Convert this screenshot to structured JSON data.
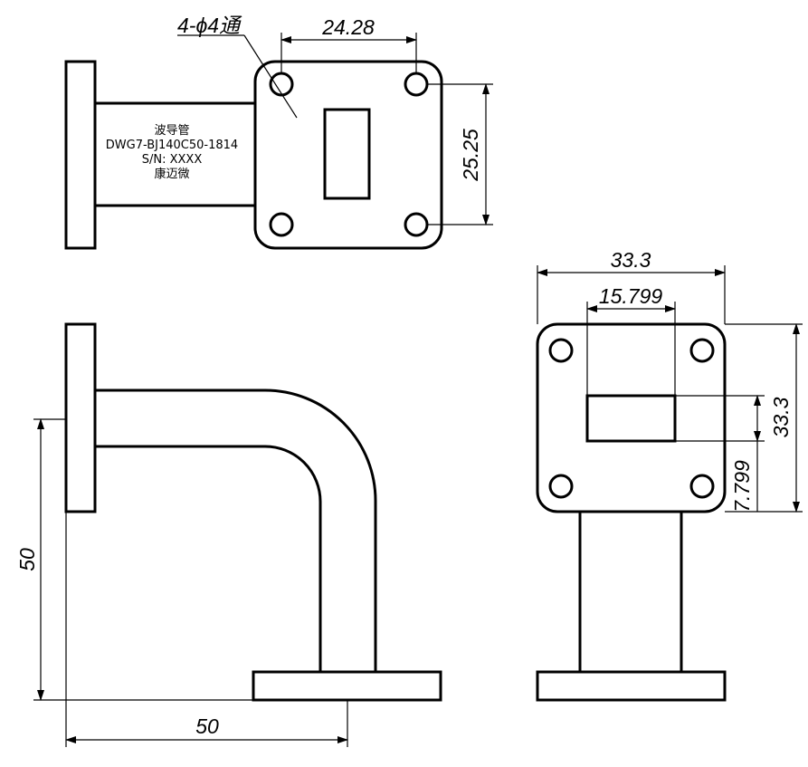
{
  "callout": {
    "holes": "4-ϕ4通"
  },
  "top_view": {
    "dim_hole_spacing_h": "24.28",
    "dim_hole_spacing_v": "25.25",
    "label": {
      "line1": "波导管",
      "line2": "DWG7-BJ140C50-1814",
      "line3": "S/N: XXXX",
      "line4": "康迈微"
    }
  },
  "side_view": {
    "dim_width": "33.3",
    "dim_aperture": "15.799",
    "dim_height": "33.3",
    "dim_offset": "7.799"
  },
  "front_view": {
    "dim_vertical": "50",
    "dim_horizontal": "50"
  }
}
